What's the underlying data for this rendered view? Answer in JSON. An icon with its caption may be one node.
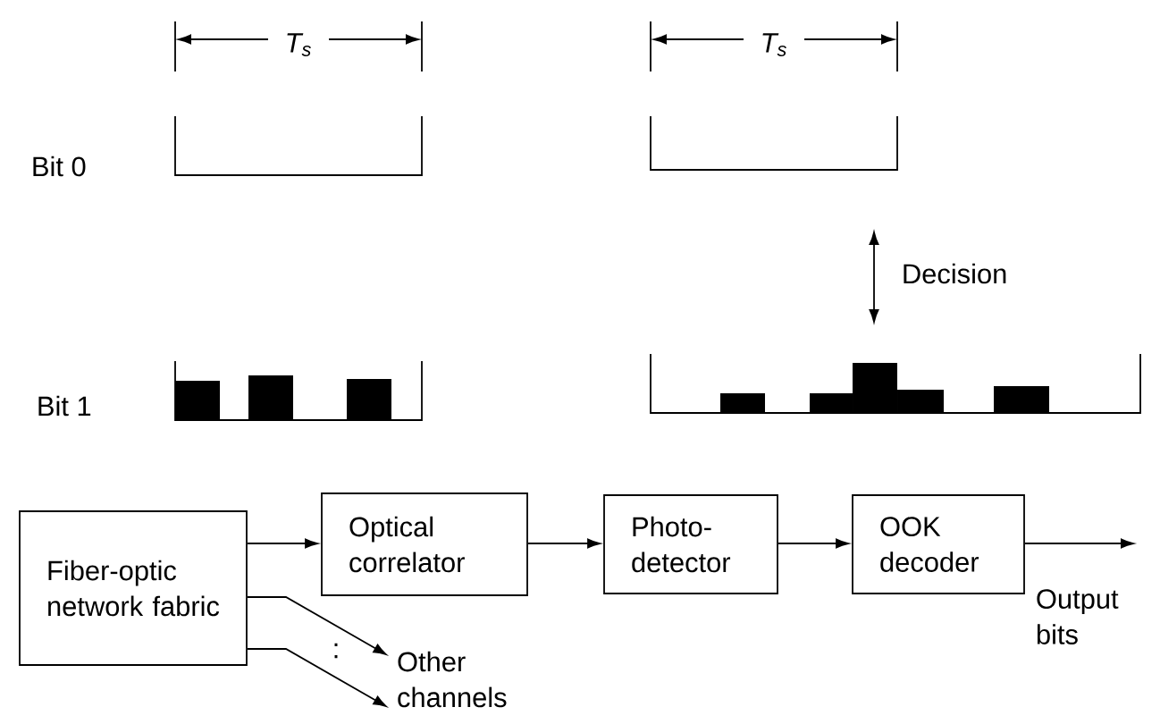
{
  "diagram": {
    "nodes": [
      {
        "text": [
          "Fiber-optic network fabric"
        ]
      },
      {
        "text": [
          "Optical correlator"
        ]
      },
      {
        "text": [
          "Photo- detector"
        ]
      },
      {
        "text": [
          "OOK decoder"
        ]
      },
      {
        "text": [
          "Other channels"
        ]
      }
    ],
    "edges": [
      {
        "from": 0,
        "to": 1,
        "arrow": "to"
      },
      {
        "from": 1,
        "to": 2,
        "arrow": "to"
      },
      {
        "from": 2,
        "to": 3,
        "arrow": "to"
      },
      {
        "from": 3,
        "to": null,
        "arrow": "to",
        "label": "Output bits"
      },
      {
        "from": 0,
        "to": 4,
        "arrow": "to"
      },
      {
        "from": 0,
        "to": 4,
        "arrow": "to"
      }
    ],
    "labels": [
      "T$_{s}$",
      "T$_{s}$",
      "Bit 0",
      "Decision",
      "Bit 1",
      ":"
    ]
  }
}
